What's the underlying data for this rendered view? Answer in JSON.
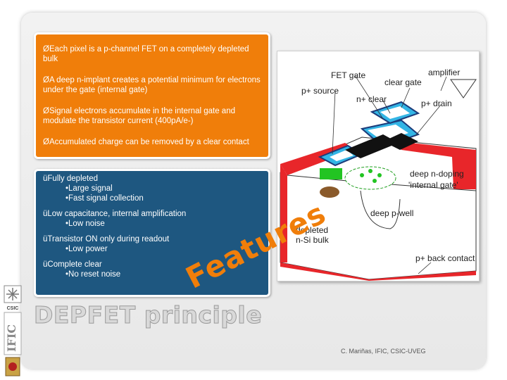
{
  "orange_box": {
    "bullet_marker": "Ø",
    "items": [
      "Each pixel is a p-channel FET on a completely depleted bulk",
      "A deep n-implant creates a potential minimum for electrons under the gate (internal gate)",
      "Signal electrons accumulate in the internal gate and modulate the transistor current (400pA/e-)",
      "Accumulated charge can be removed by a clear contact"
    ]
  },
  "blue_box": {
    "check_marker": "ü",
    "sub_marker": "•",
    "groups": [
      {
        "label": "Fully depleted",
        "subs": [
          "Large signal",
          "Fast signal collection"
        ]
      },
      {
        "label": "Low capacitance, internal amplification",
        "subs": [
          "Low noise"
        ]
      },
      {
        "label": "Transistor ON only during readout",
        "subs": [
          "Low power"
        ]
      },
      {
        "label": "Complete clear",
        "subs": [
          "No reset noise"
        ]
      }
    ],
    "watermark": "Features"
  },
  "figure": {
    "labels": {
      "fet_gate": "FET gate",
      "clear_gate": "clear gate",
      "amplifier": "amplifier",
      "p_source": "p+ source",
      "n_clear": "n+ clear",
      "p_drain": "p+ drain",
      "deep_n_doping": "deep n-doping",
      "internal_gate": "'internal gate'",
      "deep_p_well": "deep p-well",
      "depleted": "depleted",
      "n_si_bulk": "n-Si bulk",
      "p_back_contact": "p+ back contact"
    },
    "colors": {
      "red": "#e8262a",
      "cyan": "#33b5e5",
      "navy": "#1c3b7a",
      "green": "#22c422",
      "brown": "#8a5a2b"
    }
  },
  "logos": {
    "csic": "CSIC",
    "ific": "IFIC"
  },
  "title": "DEPFET principle",
  "footer": "C. Mariñas, IFIC, CSIC-UVEG"
}
